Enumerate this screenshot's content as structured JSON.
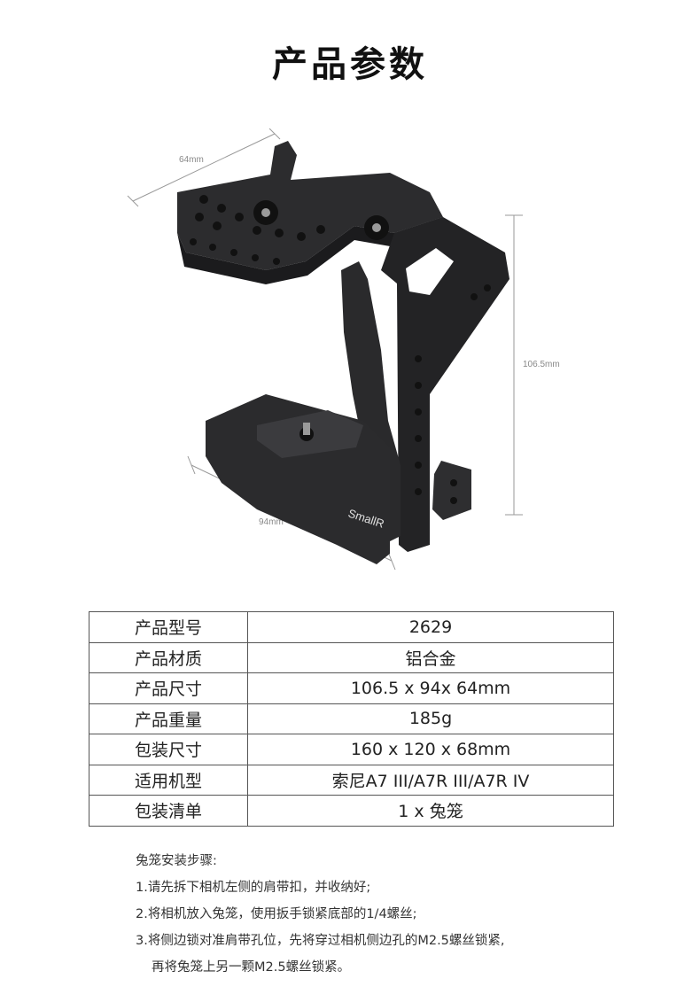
{
  "title": "产品参数",
  "dimensions": {
    "width": "64mm",
    "height": "106.5mm",
    "depth": "94mm"
  },
  "brand": "SmallR",
  "specs": [
    {
      "label": "产品型号",
      "value": "2629"
    },
    {
      "label": "产品材质",
      "value": "铝合金"
    },
    {
      "label": "产品尺寸",
      "value": "106.5 x 94x 64mm"
    },
    {
      "label": "产品重量",
      "value": "185g"
    },
    {
      "label": "包装尺寸",
      "value": "160 x 120 x 68mm"
    },
    {
      "label": "适用机型",
      "value": "索尼A7 III/A7R III/A7R IV"
    },
    {
      "label": "包装清单",
      "value": "1 x 兔笼"
    }
  ],
  "steps": {
    "heading": "兔笼安装步骤:",
    "items": [
      "1.请先拆下相机左侧的肩带扣，并收纳好;",
      "2.将相机放入兔笼，使用扳手锁紧底部的1/4螺丝;",
      "3.将侧边锁对准肩带孔位，先将穿过相机侧边孔的M2.5螺丝锁紧,",
      "再将兔笼上另一颗M2.5螺丝锁紧。"
    ]
  }
}
